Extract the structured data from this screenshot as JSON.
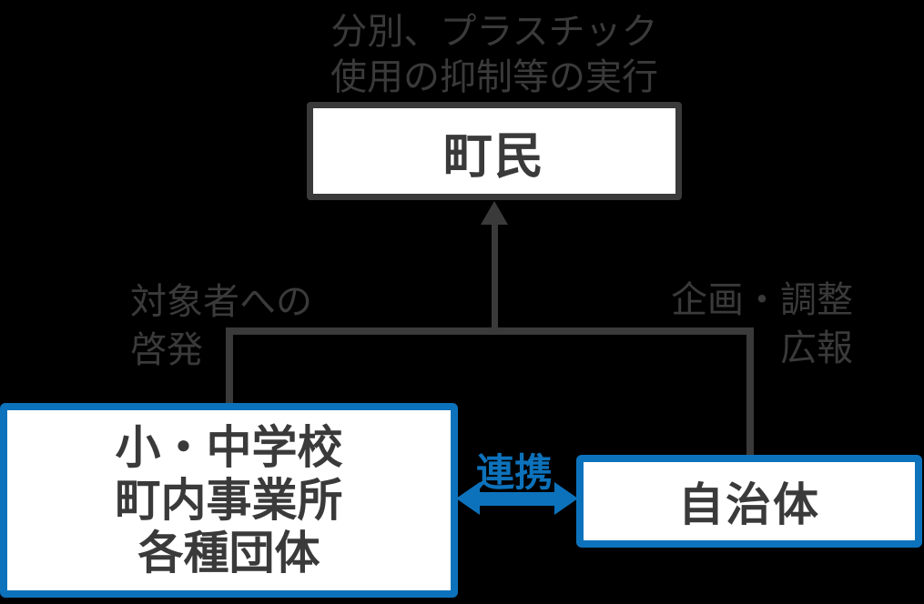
{
  "colors": {
    "background": "#000000",
    "dark_gray": "#3a3a3a",
    "blue": "#0d72bc",
    "box_fill": "#ffffff"
  },
  "labels": {
    "top": {
      "line1": "分別、プラスチック",
      "line2": "使用の抑制等の実行"
    },
    "left": {
      "line1": "対象者への",
      "line2": "啓発"
    },
    "right": {
      "line1": "企画・調整",
      "line2": "広報"
    },
    "cooperation": "連携"
  },
  "boxes": {
    "residents": {
      "label": "町民"
    },
    "schools": {
      "line1": "小・中学校",
      "line2": "町内事業所",
      "line3": "各種団体"
    },
    "municipality": {
      "label": "自治体"
    }
  }
}
